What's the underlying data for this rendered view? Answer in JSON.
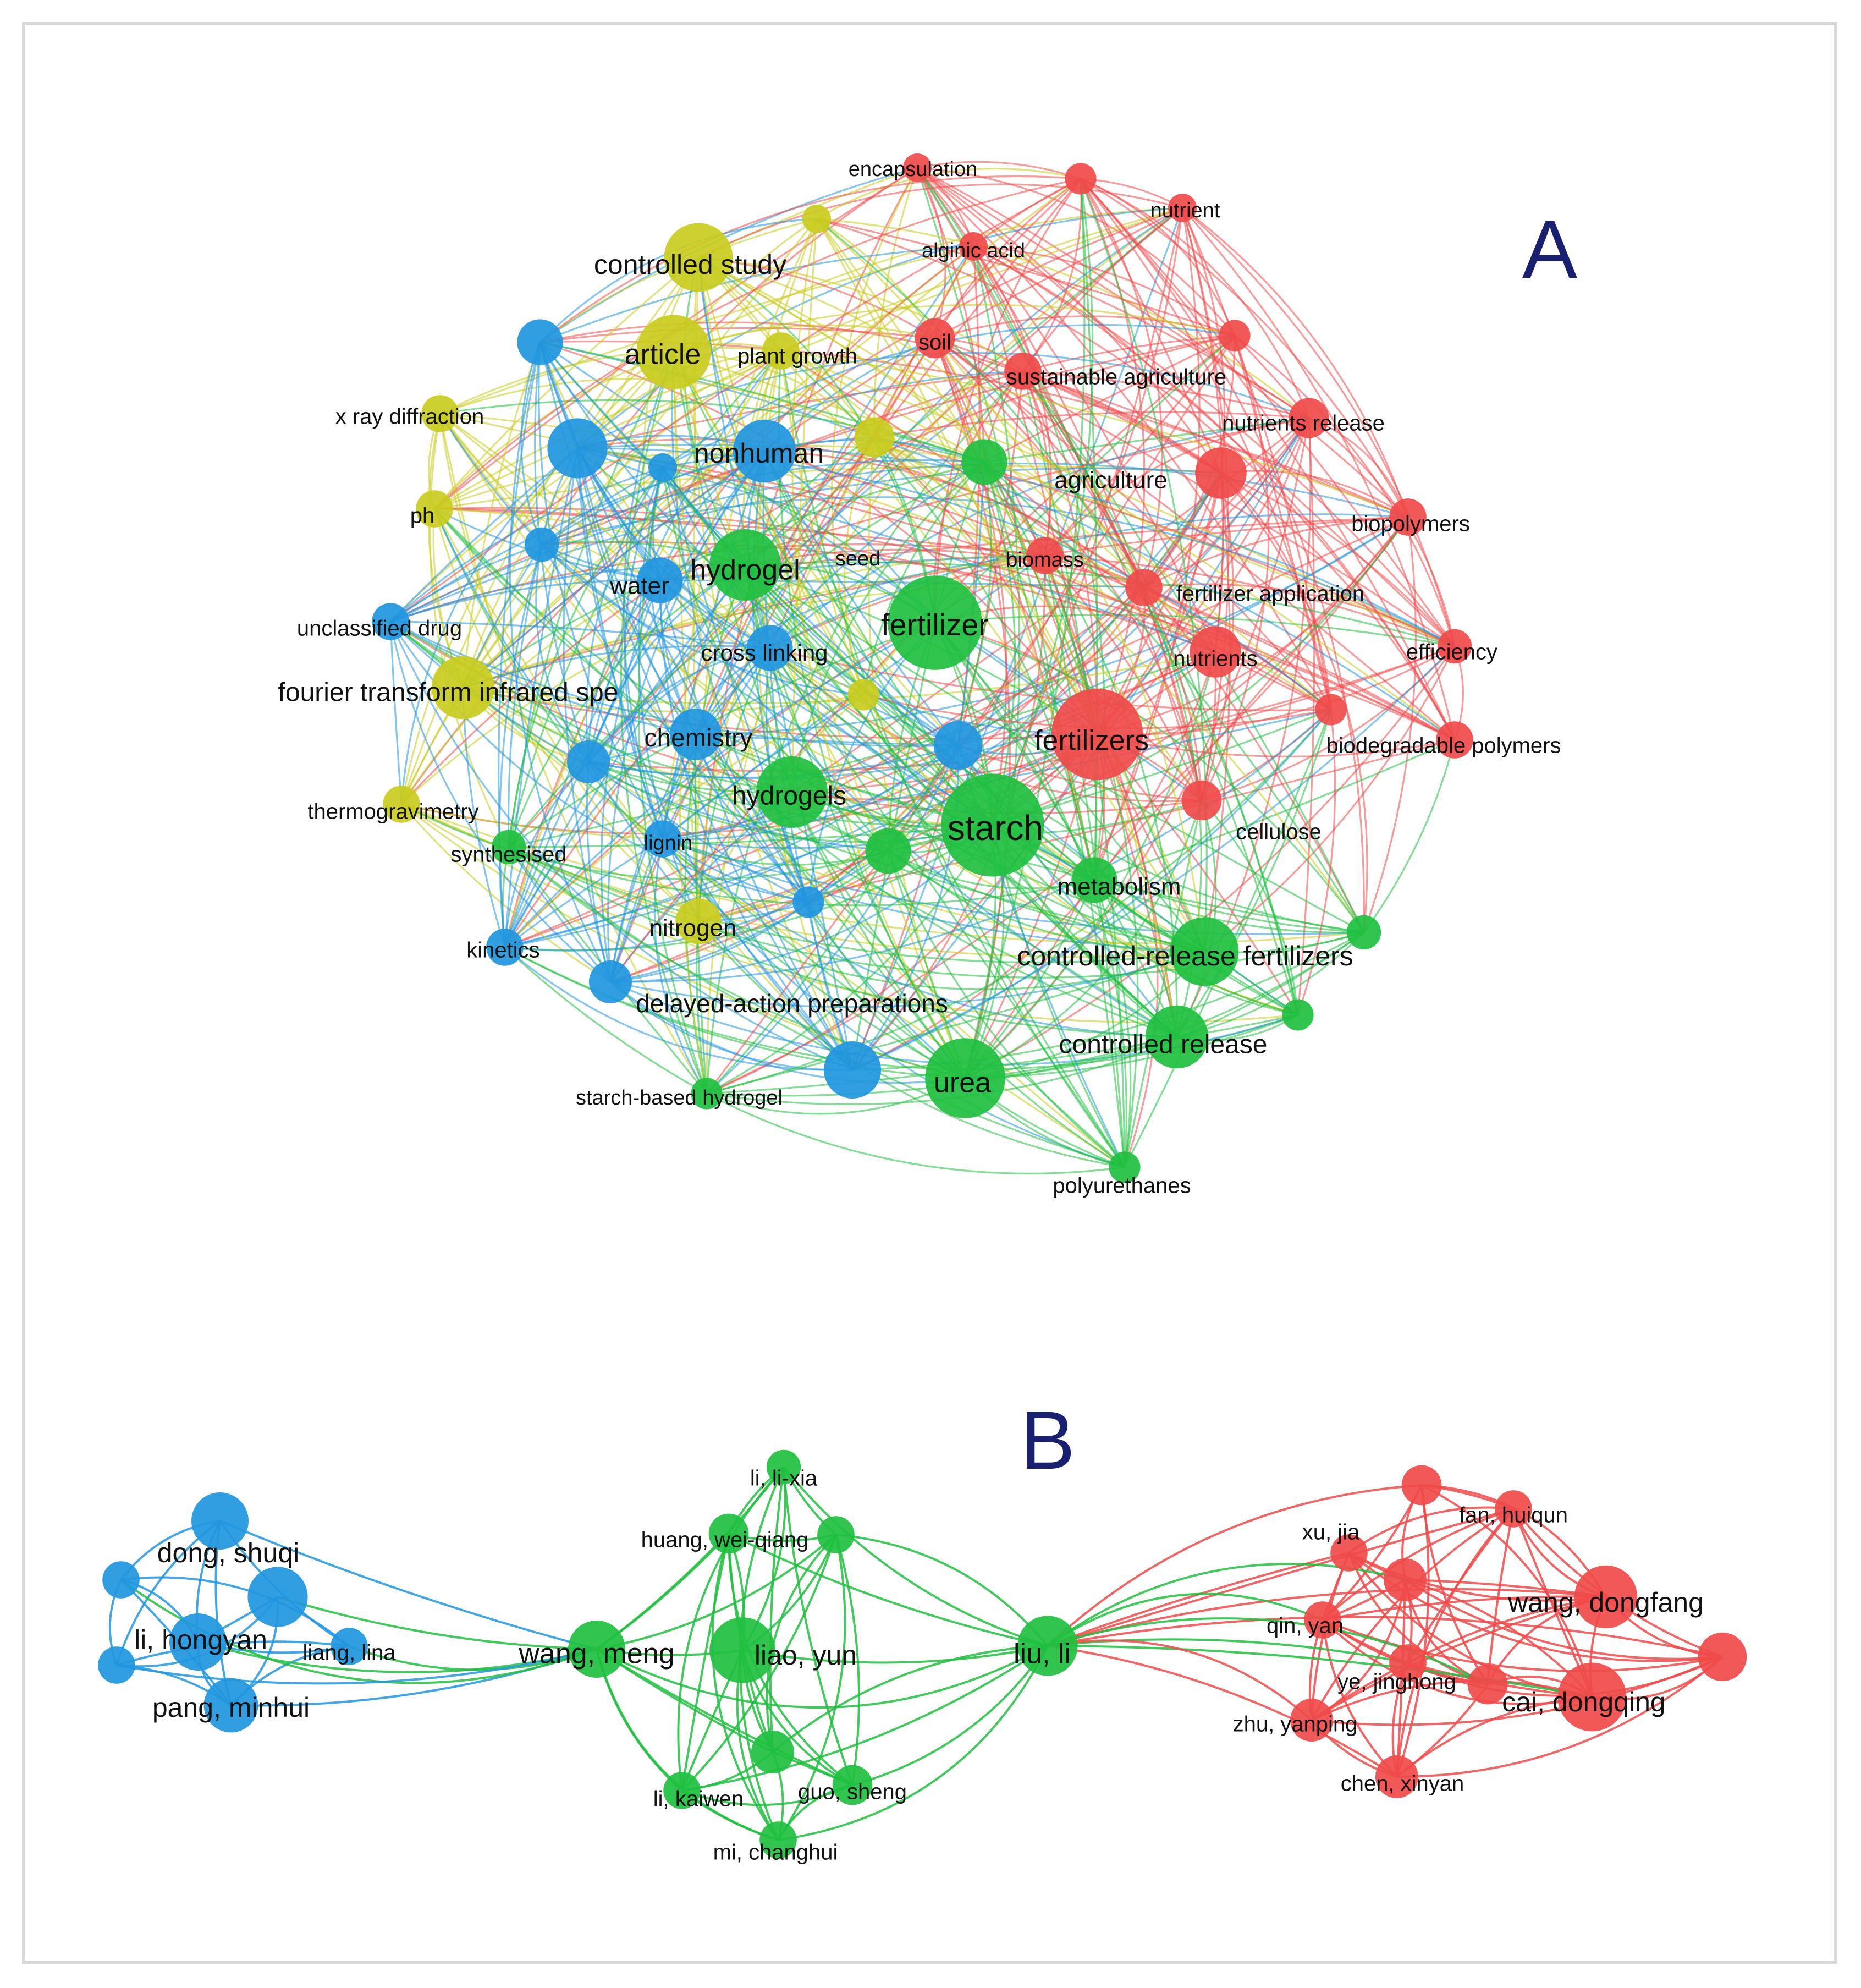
{
  "panels": [
    {
      "label": "A",
      "nodes": [
        {
          "id": "encapsulation",
          "label": "encapsulation",
          "cluster": "red",
          "size": 1
        },
        {
          "id": "nutrient",
          "label": "nutrient",
          "cluster": "red",
          "size": 1
        },
        {
          "id": "alginic acid",
          "label": "alginic acid",
          "cluster": "red",
          "size": 1
        },
        {
          "id": "soil",
          "label": "soil",
          "cluster": "red",
          "size": 1.4
        },
        {
          "id": "sustainable agriculture",
          "label": "sustainable agriculture",
          "cluster": "red",
          "size": 1.3
        },
        {
          "id": "nutrients release",
          "label": "nutrients release",
          "cluster": "red",
          "size": 1.4
        },
        {
          "id": "agriculture",
          "label": "agriculture",
          "cluster": "red",
          "size": 1.8
        },
        {
          "id": "biopolymers",
          "label": "biopolymers",
          "cluster": "red",
          "size": 1.3
        },
        {
          "id": "biomass",
          "label": "biomass",
          "cluster": "red",
          "size": 1.3
        },
        {
          "id": "fertilizer application",
          "label": "fertilizer application",
          "cluster": "red",
          "size": 1.3
        },
        {
          "id": "efficiency",
          "label": "efficiency",
          "cluster": "red",
          "size": 1.2
        },
        {
          "id": "nutrients",
          "label": "nutrients",
          "cluster": "red",
          "size": 1.8
        },
        {
          "id": "fertilizers",
          "label": "fertilizers",
          "cluster": "red",
          "size": 3.2
        },
        {
          "id": "biodegradable polymers",
          "label": "biodegradable polymers",
          "cluster": "red",
          "size": 1.3
        },
        {
          "id": "cellulose",
          "label": "cellulose",
          "cluster": "red",
          "size": 1.4
        },
        {
          "id": "controlled study",
          "label": "controlled study",
          "cluster": "yellow",
          "size": 2.4
        },
        {
          "id": "article",
          "label": "article",
          "cluster": "yellow",
          "size": 2.6
        },
        {
          "id": "plant growth",
          "label": "plant growth",
          "cluster": "yellow",
          "size": 1.3
        },
        {
          "id": "x ray diffraction",
          "label": "x ray diffraction",
          "cluster": "yellow",
          "size": 1.3
        },
        {
          "id": "ph",
          "label": "ph",
          "cluster": "yellow",
          "size": 1.3
        },
        {
          "id": "seed",
          "label": "seed",
          "cluster": "yellow",
          "size": 1.4
        },
        {
          "id": "fourier transform infrared spe",
          "label": "fourier transform infrared spe",
          "cluster": "yellow",
          "size": 2.2
        },
        {
          "id": "thermogravimetry",
          "label": "thermogravimetry",
          "cluster": "yellow",
          "size": 1.3
        },
        {
          "id": "nitrogen",
          "label": "nitrogen",
          "cluster": "yellow",
          "size": 1.6
        },
        {
          "id": "nonhuman",
          "label": "nonhuman",
          "cluster": "blue",
          "size": 2.2
        },
        {
          "id": "water",
          "label": "water",
          "cluster": "blue",
          "size": 1.6
        },
        {
          "id": "unclassified drug",
          "label": "unclassified drug",
          "cluster": "blue",
          "size": 1.3
        },
        {
          "id": "cross linking",
          "label": "cross linking",
          "cluster": "blue",
          "size": 1.6
        },
        {
          "id": "chemistry",
          "label": "chemistry",
          "cluster": "blue",
          "size": 1.8
        },
        {
          "id": "lignin",
          "label": "lignin",
          "cluster": "blue",
          "size": 1.3
        },
        {
          "id": "kinetics",
          "label": "kinetics",
          "cluster": "blue",
          "size": 1.3
        },
        {
          "id": "delayed-action preparations",
          "label": "delayed-action preparations",
          "cluster": "blue",
          "size": 1.5
        },
        {
          "id": "hydrogel",
          "label": "hydrogel",
          "cluster": "green",
          "size": 2.5
        },
        {
          "id": "fertilizer",
          "label": "fertilizer",
          "cluster": "green",
          "size": 3.3
        },
        {
          "id": "hydrogels",
          "label": "hydrogels",
          "cluster": "green",
          "size": 2.5
        },
        {
          "id": "starch",
          "label": "starch",
          "cluster": "green",
          "size": 3.6
        },
        {
          "id": "synthesised",
          "label": "synthesised",
          "cluster": "green",
          "size": 1.2
        },
        {
          "id": "metabolism",
          "label": "metabolism",
          "cluster": "green",
          "size": 1.6
        },
        {
          "id": "controlled-release fertilizers",
          "label": "controlled-release fertilizers",
          "cluster": "green",
          "size": 2.4
        },
        {
          "id": "controlled release",
          "label": "controlled release",
          "cluster": "green",
          "size": 2.2
        },
        {
          "id": "urea",
          "label": "urea",
          "cluster": "green",
          "size": 2.8
        },
        {
          "id": "starch-based hydrogel",
          "label": "starch-based hydrogel",
          "cluster": "green",
          "size": 1.1
        },
        {
          "id": "polyurethanes",
          "label": "polyurethanes",
          "cluster": "green",
          "size": 1.1
        },
        {
          "id": "u-r1",
          "label": "",
          "cluster": "red",
          "size": 1.1
        },
        {
          "id": "u-r2",
          "label": "",
          "cluster": "red",
          "size": 1.1
        },
        {
          "id": "u-r3",
          "label": "",
          "cluster": "red",
          "size": 1.1
        },
        {
          "id": "u-y1",
          "label": "",
          "cluster": "yellow",
          "size": 1.0
        },
        {
          "id": "u-y2",
          "label": "",
          "cluster": "yellow",
          "size": 1.1
        },
        {
          "id": "u-b1",
          "label": "",
          "cluster": "blue",
          "size": 1.6
        },
        {
          "id": "u-b2",
          "label": "",
          "cluster": "blue",
          "size": 2.1
        },
        {
          "id": "u-b3",
          "label": "",
          "cluster": "blue",
          "size": 1.0
        },
        {
          "id": "u-b4",
          "label": "",
          "cluster": "blue",
          "size": 1.2
        },
        {
          "id": "u-b5",
          "label": "",
          "cluster": "blue",
          "size": 1.5
        },
        {
          "id": "u-b6",
          "label": "",
          "cluster": "blue",
          "size": 1.7
        },
        {
          "id": "u-b7",
          "label": "",
          "cluster": "blue",
          "size": 1.1
        },
        {
          "id": "u-b8",
          "label": "",
          "cluster": "blue",
          "size": 2.0
        },
        {
          "id": "u-g1",
          "label": "",
          "cluster": "green",
          "size": 1.6
        },
        {
          "id": "u-g2",
          "label": "",
          "cluster": "green",
          "size": 1.2
        },
        {
          "id": "u-g3",
          "label": "",
          "cluster": "green",
          "size": 1.6
        },
        {
          "id": "u-g4",
          "label": "",
          "cluster": "green",
          "size": 1.1
        }
      ]
    },
    {
      "label": "B",
      "nodes": [
        {
          "id": "dong, shuqi",
          "label": "dong, shuqi",
          "cluster": "blue",
          "size": 2.0
        },
        {
          "id": "li, hongyan",
          "label": "li, hongyan",
          "cluster": "blue",
          "size": 2.0
        },
        {
          "id": "liang, lina",
          "label": "liang, lina",
          "cluster": "blue",
          "size": 1.3
        },
        {
          "id": "pang, minhui",
          "label": "pang, minhui",
          "cluster": "blue",
          "size": 1.9
        },
        {
          "id": "bu-1",
          "label": "",
          "cluster": "blue",
          "size": 1.3
        },
        {
          "id": "bu-2",
          "label": "",
          "cluster": "blue",
          "size": 1.3
        },
        {
          "id": "bu-3",
          "label": "",
          "cluster": "blue",
          "size": 2.1
        },
        {
          "id": "wang, meng",
          "label": "wang, meng",
          "cluster": "green",
          "size": 2.0
        },
        {
          "id": "liao, yun",
          "label": "liao, yun",
          "cluster": "green",
          "size": 2.3
        },
        {
          "id": "li, li-xia",
          "label": "li, li-xia",
          "cluster": "green",
          "size": 1.2
        },
        {
          "id": "huang, wei-qiang",
          "label": "huang, wei-qiang",
          "cluster": "green",
          "size": 1.4
        },
        {
          "id": "li, kaiwen",
          "label": "li, kaiwen",
          "cluster": "green",
          "size": 1.3
        },
        {
          "id": "guo, sheng",
          "label": "guo, sheng",
          "cluster": "green",
          "size": 1.4
        },
        {
          "id": "mi, changhui",
          "label": "mi, changhui",
          "cluster": "green",
          "size": 1.3
        },
        {
          "id": "liu, li",
          "label": "liu, li",
          "cluster": "green",
          "size": 2.1
        },
        {
          "id": "gu-1",
          "label": "",
          "cluster": "green",
          "size": 1.3
        },
        {
          "id": "gu-2",
          "label": "",
          "cluster": "green",
          "size": 1.5
        },
        {
          "id": "fan, huiqun",
          "label": "fan, huiqun",
          "cluster": "red",
          "size": 1.3
        },
        {
          "id": "xu, jia",
          "label": "xu, jia",
          "cluster": "red",
          "size": 1.3
        },
        {
          "id": "wang, dongfang",
          "label": "wang, dongfang",
          "cluster": "red",
          "size": 2.2
        },
        {
          "id": "qin, yan",
          "label": "qin, yan",
          "cluster": "red",
          "size": 1.3
        },
        {
          "id": "ye, jinghong",
          "label": "ye, jinghong",
          "cluster": "red",
          "size": 1.3
        },
        {
          "id": "cai, dongqing",
          "label": "cai, dongqing",
          "cluster": "red",
          "size": 2.4
        },
        {
          "id": "zhu, yanping",
          "label": "zhu, yanping",
          "cluster": "red",
          "size": 1.5
        },
        {
          "id": "chen, xinyan",
          "label": "chen, xinyan",
          "cluster": "red",
          "size": 1.5
        },
        {
          "id": "ru-1",
          "label": "",
          "cluster": "red",
          "size": 1.4
        },
        {
          "id": "ru-2",
          "label": "",
          "cluster": "red",
          "size": 1.5
        },
        {
          "id": "ru-3",
          "label": "",
          "cluster": "red",
          "size": 1.7
        },
        {
          "id": "ru-4",
          "label": "",
          "cluster": "red",
          "size": 1.4
        }
      ]
    }
  ],
  "colors": {
    "red": "#f04a4a",
    "yellow": "#c9cc1e",
    "blue": "#2196e0",
    "green": "#20c040",
    "panel_label": "#1a2070",
    "frame": "#d9d9d9"
  }
}
